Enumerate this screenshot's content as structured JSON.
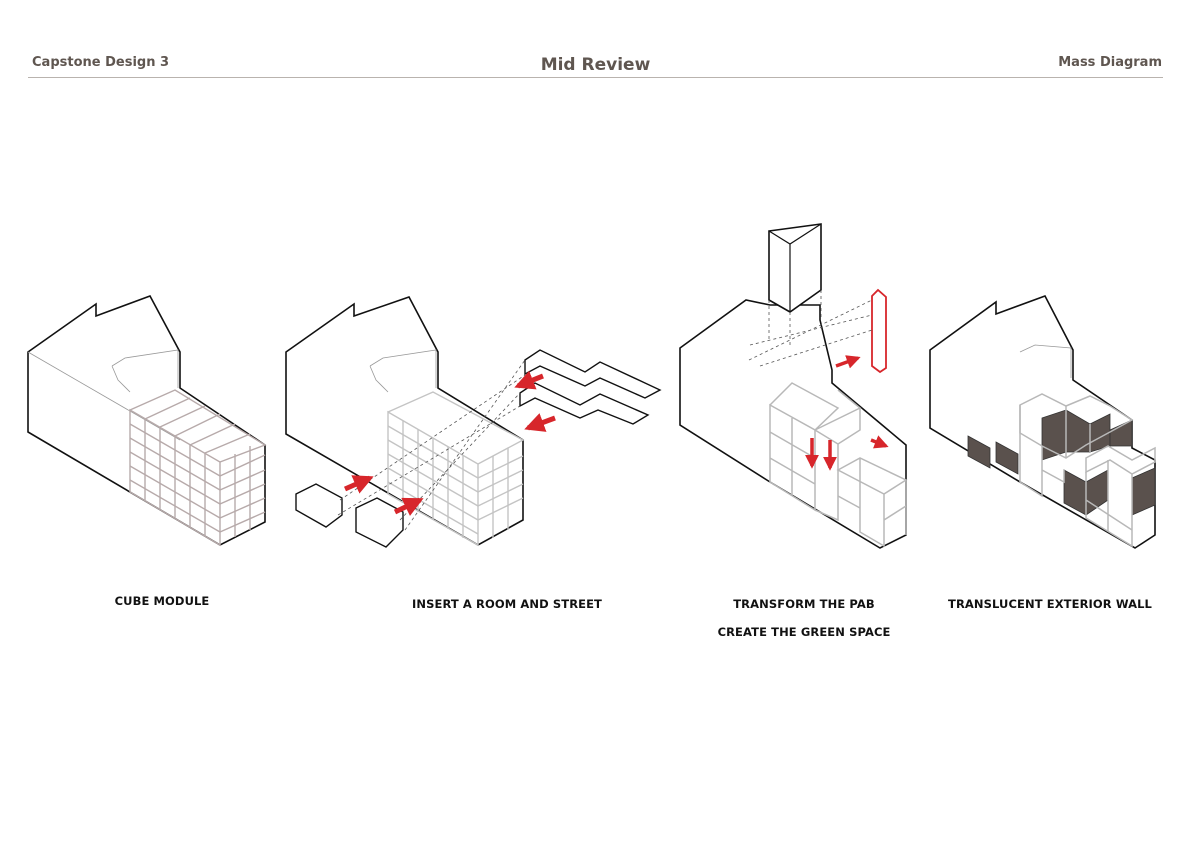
{
  "header": {
    "left": "Capstone Design 3",
    "center": "Mid Review",
    "right": "Mass Diagram"
  },
  "steps": [
    {
      "label": "CUBE MODULE"
    },
    {
      "label": "INSERT A ROOM AND STREET"
    },
    {
      "label": "TRANSFORM THE PAB",
      "label2": "CREATE THE GREEN SPACE"
    },
    {
      "label": "TRANSLUCENT EXTERIOR WALL"
    }
  ],
  "colors": {
    "accent_red": "#d7262b",
    "header_text": "#5f5650",
    "dark_panel": "#5a514d"
  }
}
